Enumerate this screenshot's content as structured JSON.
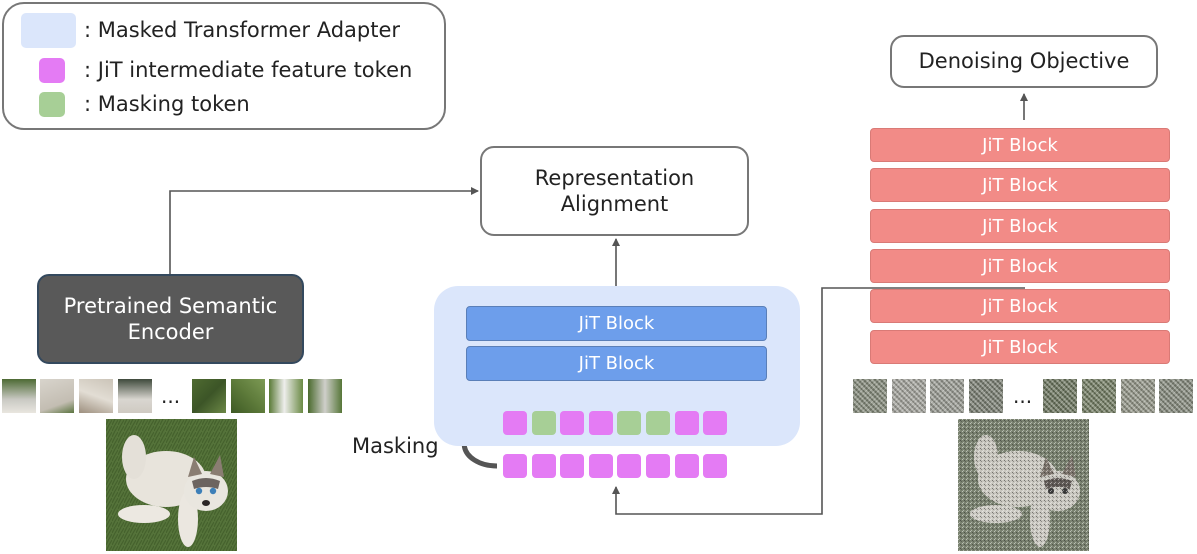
{
  "legend": {
    "items": [
      {
        "label": ": Masked Transformer Adapter",
        "color": "#dbe6fb"
      },
      {
        "label": ": JiT intermediate feature token",
        "color": "#e47bf4"
      },
      {
        "label": ": Masking token",
        "color": "#a7cf96"
      }
    ]
  },
  "encoder": {
    "label": "Pretrained Semantic Encoder"
  },
  "alignment": {
    "label": "Representation Alignment"
  },
  "objective": {
    "label": "Denoising Objective"
  },
  "adapter": {
    "blocks": [
      "JiT Block",
      "JiT Block"
    ]
  },
  "main_stack": {
    "blocks": [
      "JiT Block",
      "JiT Block",
      "JiT Block",
      "JiT Block",
      "JiT Block",
      "JiT Block"
    ]
  },
  "masking": {
    "label": "Masking"
  },
  "tokens": {
    "masked_row": [
      "feature",
      "mask",
      "feature",
      "feature",
      "mask",
      "mask",
      "feature",
      "feature"
    ],
    "input_row": [
      "feature",
      "feature",
      "feature",
      "feature",
      "feature",
      "feature",
      "feature",
      "feature"
    ]
  },
  "patches": {
    "ellipsis": "..."
  },
  "colors": {
    "encoder_fill": "#595959",
    "adapter_fill": "#dbe6fb",
    "adapter_block": "#6d9eeb",
    "main_block": "#f28b87",
    "feature_token": "#e47bf4",
    "mask_token": "#a7cf96"
  }
}
